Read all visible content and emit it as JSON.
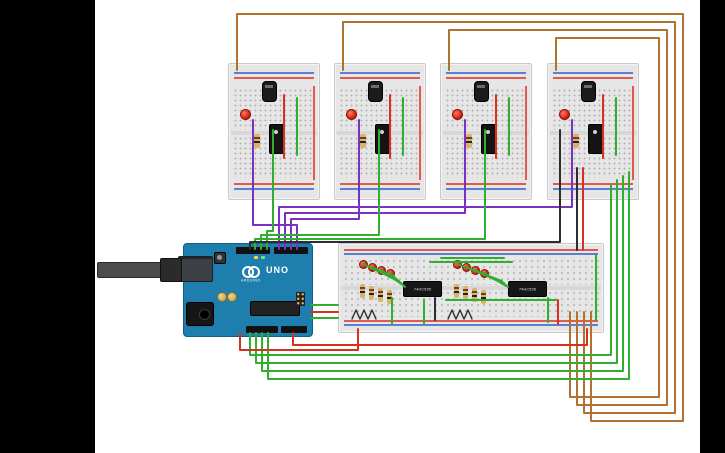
{
  "canvas": {
    "background": "#ffffff",
    "frame": "#000000"
  },
  "colors": {
    "wire_orange": "#b1712f",
    "wire_green": "#2fae2f",
    "wire_purple": "#7a30c0",
    "wire_red": "#d8301f",
    "wire_black": "#2d2d2d",
    "rail_red": "#e05a4e",
    "rail_blue": "#5b7fd4"
  },
  "arduino": {
    "name": "Arduino Uno",
    "label": "UNO",
    "brand": "ARDUINO"
  },
  "components": {
    "shift_register_label": "74HC595",
    "small_breadboard_count": 4,
    "large_breadboard_count": 1,
    "red_led_count": 12,
    "resistor_count": 12
  }
}
